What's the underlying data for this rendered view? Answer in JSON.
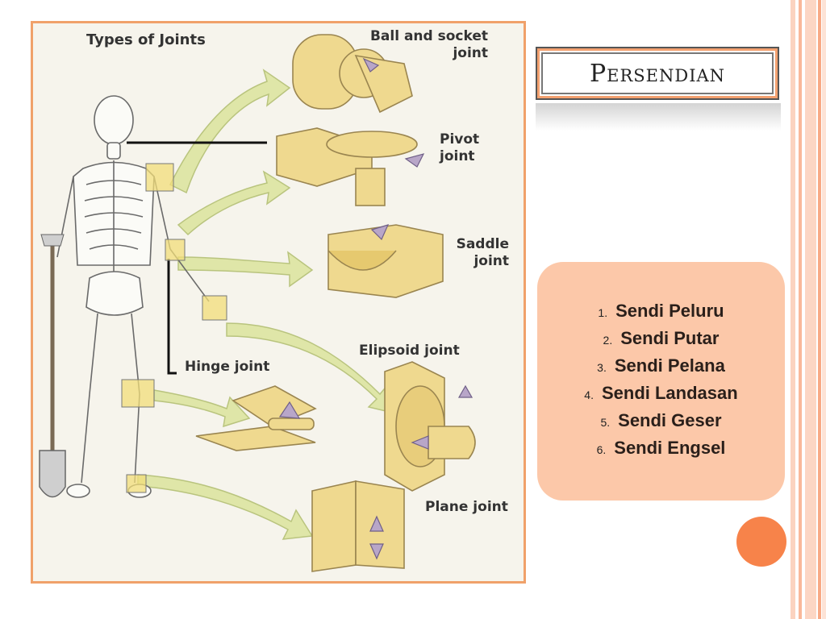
{
  "slide": {
    "title": "Persendian"
  },
  "figure": {
    "title": "Types of Joints",
    "labels": {
      "ball_socket_line1": "Ball and socket",
      "ball_socket_line2": "joint",
      "pivot_line1": "Pivot",
      "pivot_line2": "joint",
      "saddle_line1": "Saddle",
      "saddle_line2": "joint",
      "hinge": "Hinge joint",
      "elipsoid": "Elipsoid joint",
      "plane": "Plane joint"
    }
  },
  "list": {
    "items": [
      {
        "num": "1.",
        "label": "Sendi Peluru"
      },
      {
        "num": "2.",
        "label": "Sendi Putar"
      },
      {
        "num": "3.",
        "label": "Sendi Pelana"
      },
      {
        "num": "4.",
        "label": "Sendi Landasan"
      },
      {
        "num": "5.",
        "label": "Sendi Geser"
      },
      {
        "num": "6.",
        "label": "Sendi Engsel"
      }
    ]
  },
  "colors": {
    "accent_orange": "#f7834a",
    "box_peach": "#fcc8a9",
    "frame_orange": "#f0a16a",
    "joint_yellow": "#efd98f",
    "arrow_green": "#dfe6a8"
  }
}
